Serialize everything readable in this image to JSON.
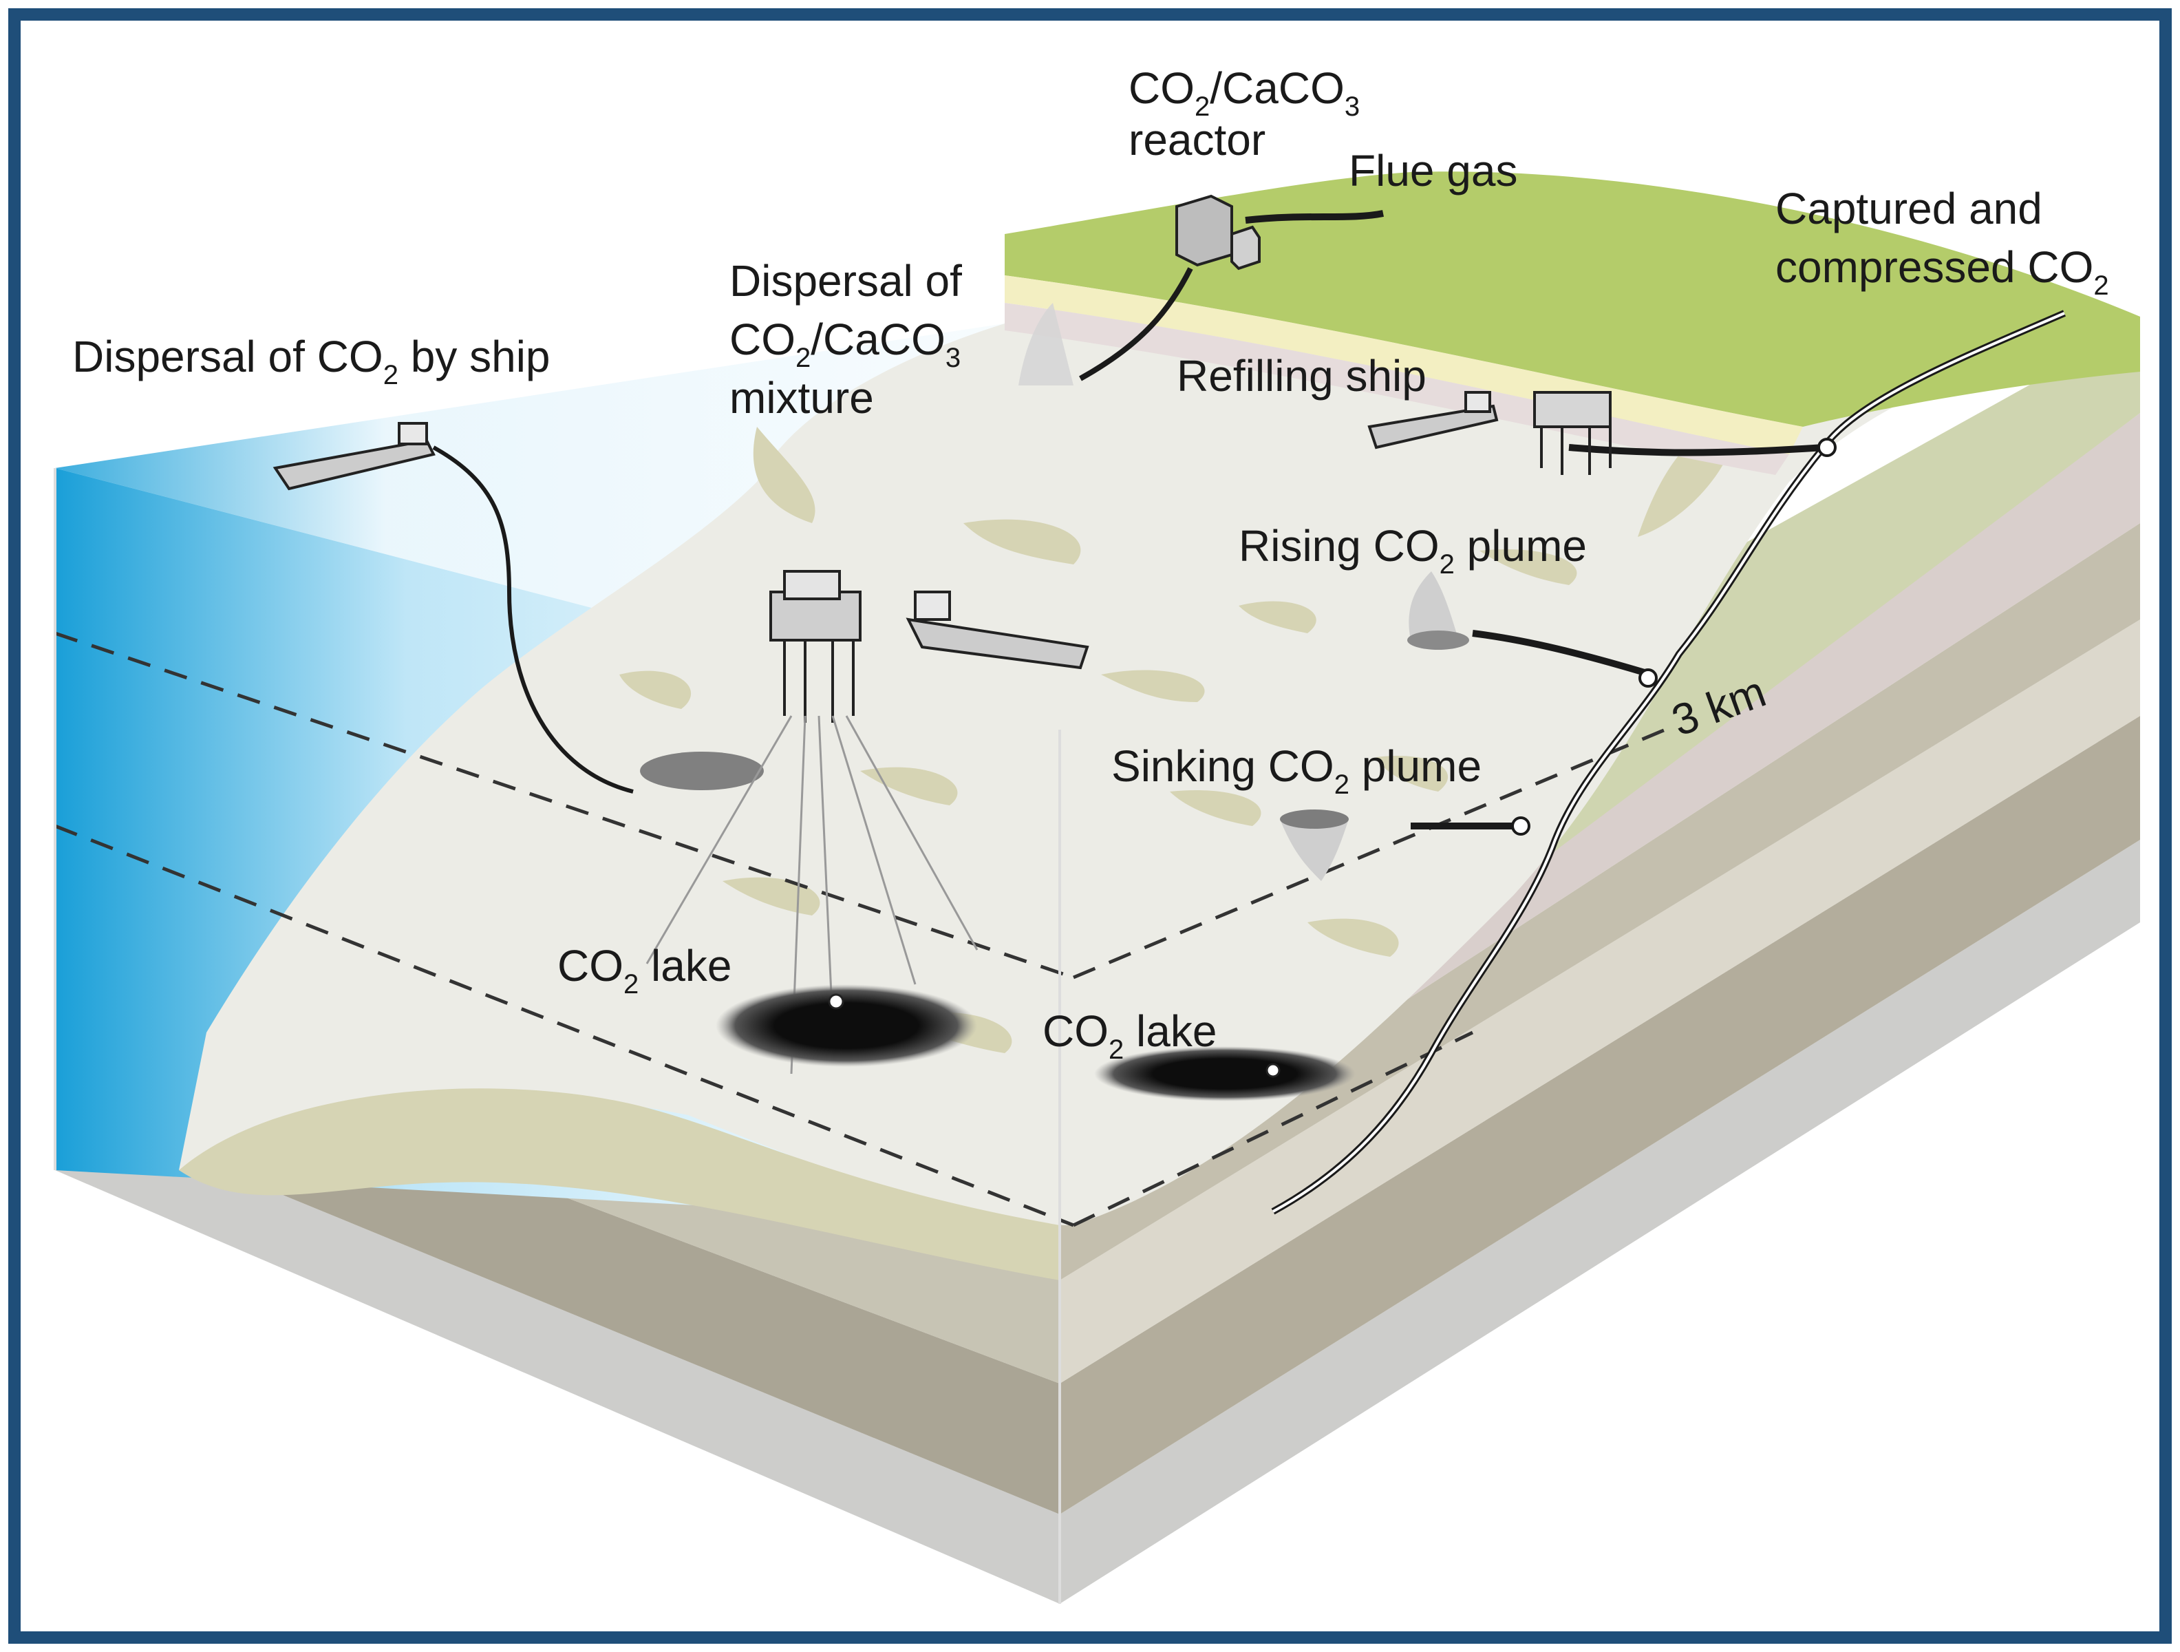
{
  "labels": {
    "reactor": {
      "line1_a": "CO",
      "line1_b": "2",
      "line1_c": "/CaCO",
      "line1_d": "3",
      "line2": "reactor"
    },
    "flue_gas": "Flue gas",
    "captured": {
      "line1": "Captured and",
      "line2_a": "compressed CO",
      "line2_b": "2"
    },
    "dispersal_mixture": {
      "line1": "Dispersal of",
      "line2_a": "CO",
      "line2_b": "2",
      "line2_c": "/CaCO",
      "line2_d": "3",
      "line3": "mixture"
    },
    "dispersal_ship": {
      "a": "Dispersal of CO",
      "b": "2",
      "c": " by ship"
    },
    "refilling_ship": "Refilling ship",
    "rising_plume": {
      "a": "Rising CO",
      "b": "2",
      "c": " plume"
    },
    "depth": "3 km",
    "sinking_plume": {
      "a": "Sinking CO",
      "b": "2",
      "c": " plume"
    },
    "lake_left": {
      "a": "CO",
      "b": "2",
      "c": " lake"
    },
    "lake_right": {
      "a": "CO",
      "b": "2",
      "c": " lake"
    }
  },
  "colors": {
    "border": "#1f4e79",
    "ocean_blue": "#1a9fd8",
    "land_green": "#b4cc6a",
    "seabed": "#ecece6",
    "sediment": "#d6d4b4",
    "strata_dark": "#bdbaaa",
    "strata_light": "#cfcfcd",
    "lake": "#111111"
  }
}
